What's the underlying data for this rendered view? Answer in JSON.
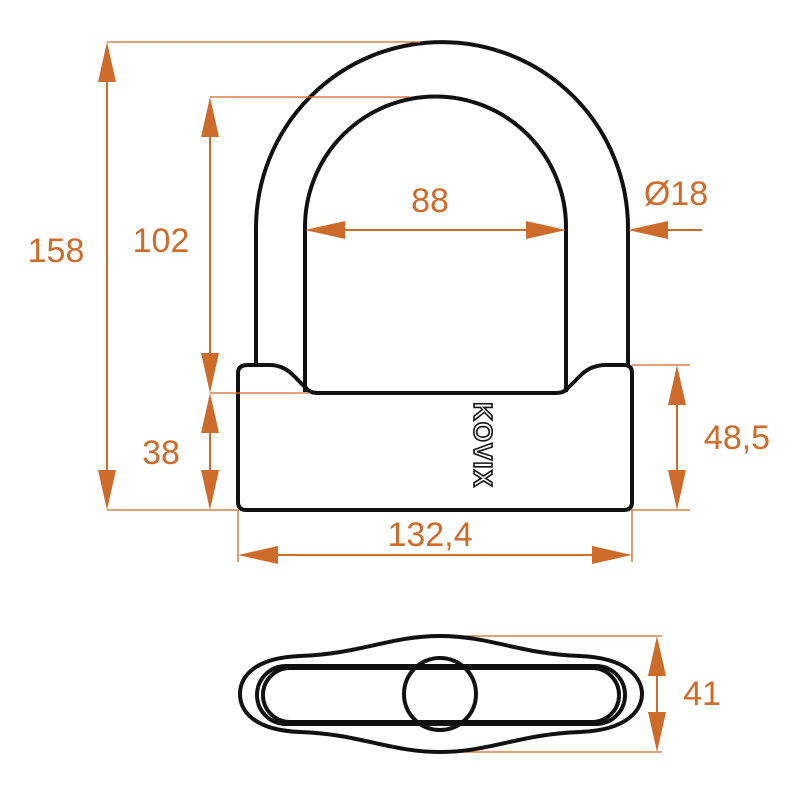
{
  "brand": "KOVIX",
  "accent_color": "#cc6b2a",
  "dimensions": {
    "total_height": "158",
    "shackle_inner_height": "102",
    "body_lower_height": "38",
    "shackle_inner_width": "88",
    "shackle_diameter": "Ø18",
    "body_height": "48,5",
    "body_width": "132,4",
    "body_depth": "41"
  }
}
